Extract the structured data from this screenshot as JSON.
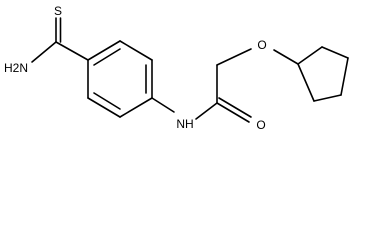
{
  "molecule": {
    "atoms": {
      "thione_s": "S",
      "amine": "H2N",
      "amide_nh": "NH",
      "carbonyl_o": "O",
      "ether_o": "O"
    }
  }
}
